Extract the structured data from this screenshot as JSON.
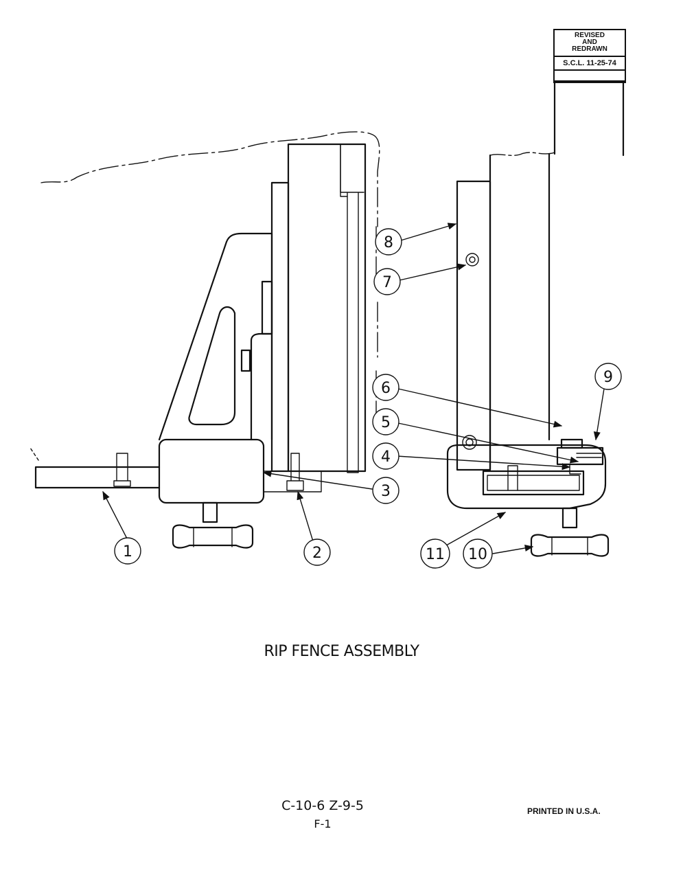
{
  "revision_block": {
    "header": "REVISED\nAND\nREDRAWN",
    "stamp": "S.C.L. 11-25-74"
  },
  "callouts": [
    "1",
    "2",
    "3",
    "4",
    "5",
    "6",
    "7",
    "8",
    "9",
    "10",
    "11"
  ],
  "title": "RIP FENCE ASSEMBLY",
  "doc_number": "C-10-6 Z-9-5",
  "sheet_id": "F-1",
  "printed_note": "PRINTED IN U.S.A."
}
